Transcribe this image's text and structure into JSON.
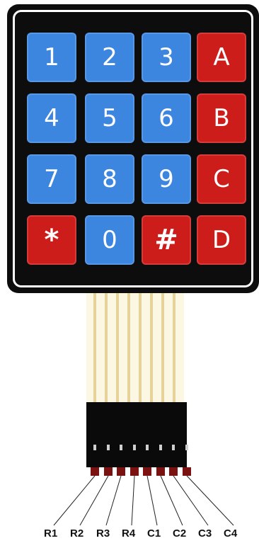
{
  "keys": [
    {
      "label": "1",
      "color": "blue"
    },
    {
      "label": "2",
      "color": "blue"
    },
    {
      "label": "3",
      "color": "blue"
    },
    {
      "label": "A",
      "color": "red"
    },
    {
      "label": "4",
      "color": "blue"
    },
    {
      "label": "5",
      "color": "blue"
    },
    {
      "label": "6",
      "color": "blue"
    },
    {
      "label": "B",
      "color": "red"
    },
    {
      "label": "7",
      "color": "blue"
    },
    {
      "label": "8",
      "color": "blue"
    },
    {
      "label": "9",
      "color": "blue"
    },
    {
      "label": "C",
      "color": "red"
    },
    {
      "label": "*",
      "color": "red"
    },
    {
      "label": "0",
      "color": "blue"
    },
    {
      "label": "#",
      "color": "red"
    },
    {
      "label": "D",
      "color": "red"
    }
  ],
  "pins": [
    "R1",
    "R2",
    "R3",
    "R4",
    "C1",
    "C2",
    "C3",
    "C4"
  ],
  "colors": {
    "blue_key": "#3d86e0",
    "red_key": "#cc1d1b",
    "body": "#0d0d0d",
    "ribbon": "#fbf7e3",
    "trace": "#e6d39a"
  }
}
